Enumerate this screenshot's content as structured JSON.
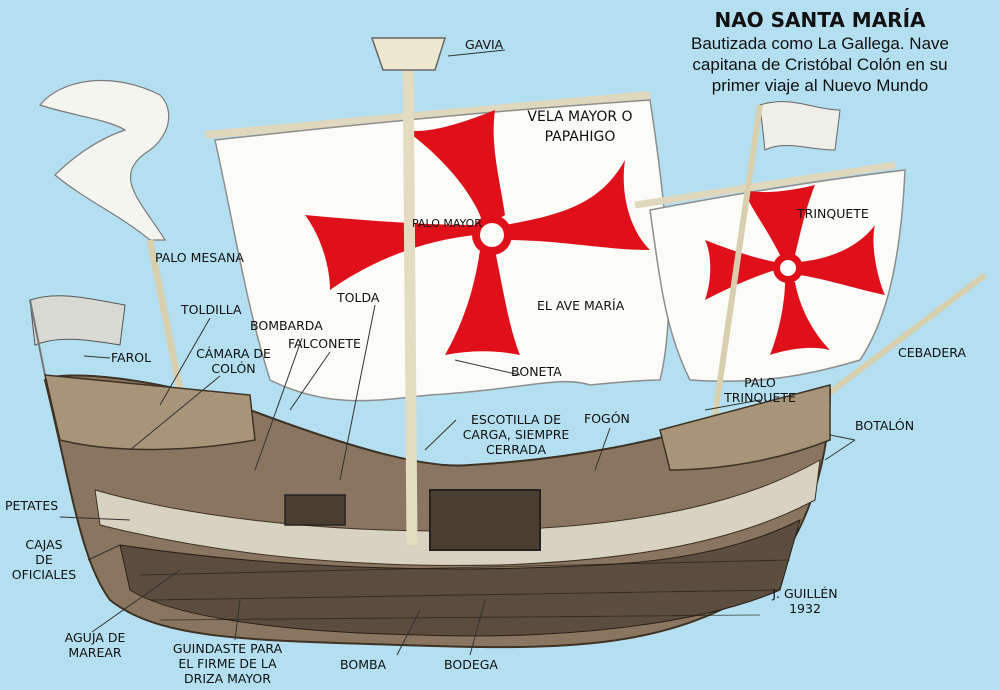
{
  "title": "NAO SANTA MARÍA",
  "subtitle_lines": [
    "Bautizada como La Gallega. Nave",
    "capitana de Cristóbal Colón en su",
    "primer viaje al Nuevo Mundo"
  ],
  "labels": {
    "gavia": "GAVIA",
    "vela_mayor": [
      "VELA MAYOR O",
      "PAPAHIGO"
    ],
    "palo_mayor": "PALO MAYOR",
    "trinquete": "TRINQUETE",
    "palo_mesana": "PALO MESANA",
    "toldilla": "TOLDILLA",
    "toldilla_dup": "TOLDA",
    "bombarda": "BOMBARDA",
    "falconete": "FALCONETE",
    "camara": [
      "CÁMARA DE",
      "COLÓN"
    ],
    "farol": "FAROL",
    "ave_maria": "EL AVE MARÍA",
    "boneta": "BONETA",
    "cebadera": "CEBADERA",
    "palo_trinquete": [
      "PALO",
      "TRINQUETE"
    ],
    "botalon": "BOTALÓN",
    "fogon": "FOGÓN",
    "escotilla": [
      "ESCOTILLA DE",
      "CARGA, SIEMPRE",
      "CERRADA"
    ],
    "petates": "PETATES",
    "cajas": [
      "CAJAS",
      "DE",
      "OFICIALES"
    ],
    "aguja": [
      "AGUJA DE",
      "MAREAR"
    ],
    "guindaste": [
      "GUINDASTE PARA",
      "EL FIRME DE LA",
      "DRIZA MAYOR"
    ],
    "bomba": "BOMBA",
    "bodega": "BODEGA",
    "author": [
      "J. GUILLÉN",
      "1932"
    ]
  },
  "colors": {
    "background": "#b4dff0",
    "cross": "#e0101a",
    "sail": "#fbfbf8",
    "hull": "#8a7660"
  }
}
